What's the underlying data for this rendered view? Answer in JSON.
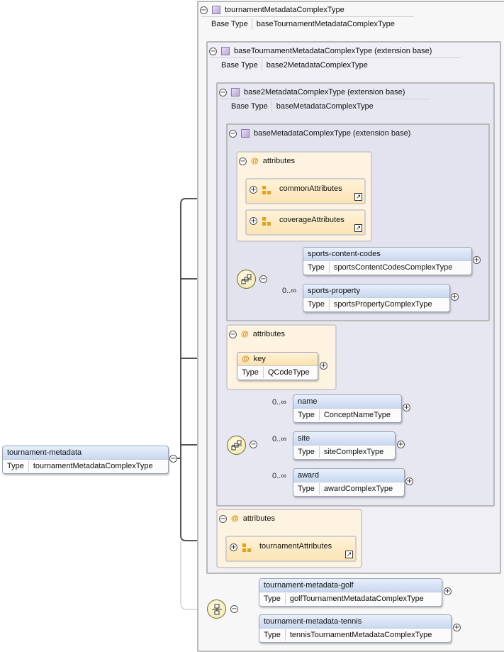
{
  "root_element": {
    "name": "tournament-metadata",
    "type_label": "Type",
    "type": "tournamentMetadataComplexType"
  },
  "types": [
    {
      "name": "tournamentMetadataComplexType",
      "base_label": "Base Type",
      "base": "baseTournamentMetadataComplexType"
    },
    {
      "name": "baseTournamentMetadataComplexType (extension base)",
      "base_label": "Base Type",
      "base": "base2MetadataComplexType"
    },
    {
      "name": "base2MetadataComplexType (extension base)",
      "base_label": "Base Type",
      "base": "baseMetadataComplexType"
    },
    {
      "name": "baseMetadataComplexType (extension base)"
    }
  ],
  "attribute_groups": {
    "base_metadata": {
      "label": "attributes",
      "refs": [
        "commonAttributes",
        "coverageAttributes"
      ]
    },
    "base2": {
      "label": "attributes",
      "attr": {
        "name": "key",
        "type_label": "Type",
        "type": "QCodeType"
      }
    },
    "tournament": {
      "label": "attributes",
      "refs": [
        "tournamentAttributes"
      ]
    }
  },
  "sequence_base": [
    {
      "name": "sports-content-codes",
      "type_label": "Type",
      "type": "sportsContentCodesComplexType",
      "card": ""
    },
    {
      "name": "sports-property",
      "type_label": "Type",
      "type": "sportsPropertyComplexType",
      "card": "0..∞"
    }
  ],
  "sequence_base2": [
    {
      "name": "name",
      "type_label": "Type",
      "type": "ConceptNameType",
      "card": "0..∞"
    },
    {
      "name": "site",
      "type_label": "Type",
      "type": "siteComplexType",
      "card": "0..∞"
    },
    {
      "name": "award",
      "type_label": "Type",
      "type": "awardComplexType",
      "card": "0..∞"
    }
  ],
  "choice": [
    {
      "name": "tournament-metadata-golf",
      "type_label": "Type",
      "type": "golfTournamentMetadataComplexType"
    },
    {
      "name": "tournament-metadata-tennis",
      "type_label": "Type",
      "type": "tennisTournamentMetadataComplexType"
    }
  ],
  "glyphs": {
    "collapse": "−",
    "expand": "+",
    "at": "@",
    "link": "↗"
  },
  "colors": {
    "element_header": "#c9d8f0",
    "attribute_panel": "#fdf3e0",
    "type_border": "#b9b9b9",
    "connector": "#555555"
  }
}
